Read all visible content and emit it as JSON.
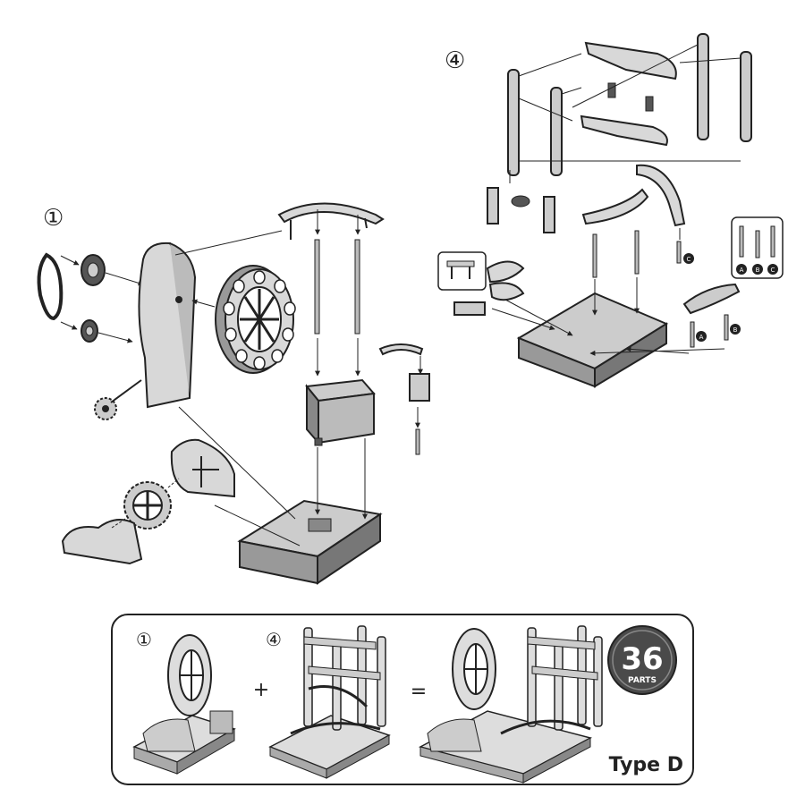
{
  "diagrams": {
    "step1": {
      "label": "①"
    },
    "step4": {
      "label": "④"
    }
  },
  "part_labels": {
    "a": "A",
    "b": "B",
    "c": "C"
  },
  "summary": {
    "step1_label": "①",
    "step4_label": "④",
    "plus": "+",
    "equals": "=",
    "parts_count": "36",
    "parts_word": "PARTS",
    "type_label": "Type D"
  },
  "colors": {
    "line": "#222222",
    "part_fill": "#d8d8d8",
    "dark_fill": "#555555",
    "badge": "#4a4a4a"
  }
}
